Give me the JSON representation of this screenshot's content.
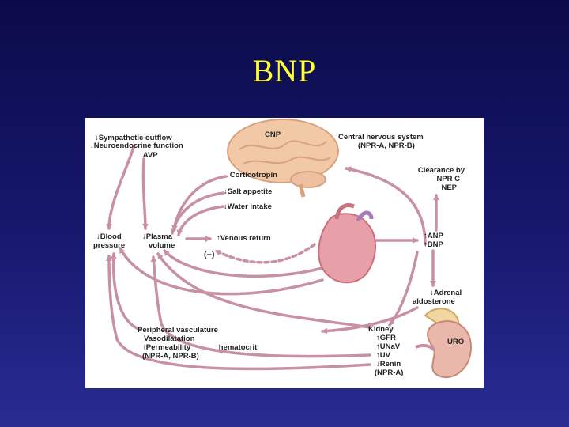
{
  "slide": {
    "title": "BNP"
  },
  "diagram": {
    "brain_label": "CNP",
    "cns_label": "Central nervous system",
    "cns_receptors": "(NPR-A, NPR-B)",
    "sympathetic": "↓Sympathetic outflow",
    "neuroendocrine": "↓Neuroendocrine function",
    "avp": "↓AVP",
    "corticotropin": "↓Corticotropin",
    "salt_appetite": "↓Salt appetite",
    "water_intake": "↓Water intake",
    "blood_pressure_1": "↓Blood",
    "blood_pressure_2": "pressure",
    "plasma_volume_1": "↓Plasma",
    "plasma_volume_2": "volume",
    "venous_return": "↑Venous return",
    "minus_symbol": "(–)",
    "clearance_1": "Clearance by",
    "clearance_2": "NPR C",
    "clearance_3": "NEP",
    "anp": "↑ANP",
    "bnp": "↑BNP",
    "adrenal_1": "↓Adrenal",
    "adrenal_2": "aldosterone",
    "periph_1": "Peripheral vasculature",
    "periph_2": "Vasodilatation",
    "periph_3": "↑Permeability",
    "periph_4": "(NPR-A, NPR-B)",
    "hematocrit": "↑hematocrit",
    "kidney_1": "Kidney",
    "kidney_2": "↑GFR",
    "kidney_3": "↑UNaV",
    "kidney_4": "↑UV",
    "kidney_5": "↓Renin",
    "kidney_6": "(NPR-A)",
    "uro": "URO"
  },
  "colors": {
    "arrow": "#c790a4",
    "title": "#ffff33",
    "brain": "#f1c9a6",
    "heart": "#e8a0a8",
    "kidney": "#e9b8aa"
  }
}
